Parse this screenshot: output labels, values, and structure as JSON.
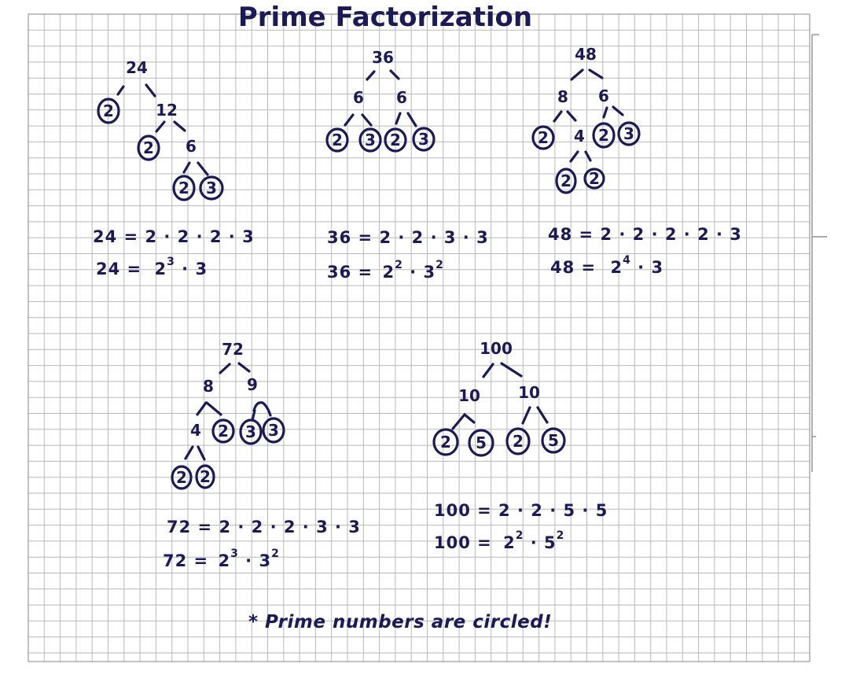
{
  "page": {
    "title": "Prime Factorization",
    "footnote": "* Prime numbers are circled!",
    "ink_color": "#1b1a55",
    "grid_color": "#b9b9b9"
  },
  "trees": [
    {
      "root": "24",
      "nodes": [
        {
          "value": "24",
          "prime": false
        },
        {
          "value": "2",
          "prime": true
        },
        {
          "value": "12",
          "prime": false
        },
        {
          "value": "2",
          "prime": true
        },
        {
          "value": "6",
          "prime": false
        },
        {
          "value": "2",
          "prime": true
        },
        {
          "value": "3",
          "prime": true
        }
      ],
      "expanded": "24 = 2 · 2 · 2 · 3",
      "exponent": {
        "lhs": "24 =",
        "terms": [
          {
            "base": "2",
            "exp": "3"
          },
          {
            "base": "3",
            "exp": ""
          }
        ]
      }
    },
    {
      "root": "36",
      "nodes": [
        {
          "value": "36",
          "prime": false
        },
        {
          "value": "6",
          "prime": false
        },
        {
          "value": "6",
          "prime": false
        },
        {
          "value": "2",
          "prime": true
        },
        {
          "value": "3",
          "prime": true
        },
        {
          "value": "2",
          "prime": true
        },
        {
          "value": "3",
          "prime": true
        }
      ],
      "expanded": "36 = 2 · 2 · 3 · 3",
      "exponent": {
        "lhs": "36 =",
        "terms": [
          {
            "base": "2",
            "exp": "2"
          },
          {
            "base": "3",
            "exp": "2"
          }
        ]
      }
    },
    {
      "root": "48",
      "nodes": [
        {
          "value": "48",
          "prime": false
        },
        {
          "value": "8",
          "prime": false
        },
        {
          "value": "6",
          "prime": false
        },
        {
          "value": "2",
          "prime": true
        },
        {
          "value": "4",
          "prime": false
        },
        {
          "value": "2",
          "prime": true
        },
        {
          "value": "3",
          "prime": true
        },
        {
          "value": "2",
          "prime": true
        },
        {
          "value": "2",
          "prime": true
        }
      ],
      "expanded": "48 = 2 · 2 · 2 · 2 · 3",
      "exponent": {
        "lhs": "48 =",
        "terms": [
          {
            "base": "2",
            "exp": "4"
          },
          {
            "base": "3",
            "exp": ""
          }
        ]
      }
    },
    {
      "root": "72",
      "nodes": [
        {
          "value": "72",
          "prime": false
        },
        {
          "value": "8",
          "prime": false
        },
        {
          "value": "9",
          "prime": false
        },
        {
          "value": "4",
          "prime": false
        },
        {
          "value": "2",
          "prime": true
        },
        {
          "value": "3",
          "prime": true
        },
        {
          "value": "3",
          "prime": true
        },
        {
          "value": "2",
          "prime": true
        },
        {
          "value": "2",
          "prime": true
        }
      ],
      "expanded": "72 = 2 · 2 · 2 · 3 · 3",
      "exponent": {
        "lhs": "72 =",
        "terms": [
          {
            "base": "2",
            "exp": "3"
          },
          {
            "base": "3",
            "exp": "2"
          }
        ]
      }
    },
    {
      "root": "100",
      "nodes": [
        {
          "value": "100",
          "prime": false
        },
        {
          "value": "10",
          "prime": false
        },
        {
          "value": "10",
          "prime": false
        },
        {
          "value": "2",
          "prime": true
        },
        {
          "value": "5",
          "prime": true
        },
        {
          "value": "2",
          "prime": true
        },
        {
          "value": "5",
          "prime": true
        }
      ],
      "expanded": "100 = 2 · 2 · 5 · 5",
      "exponent": {
        "lhs": "100 =",
        "terms": [
          {
            "base": "2",
            "exp": "2"
          },
          {
            "base": "5",
            "exp": "2"
          }
        ]
      }
    }
  ]
}
